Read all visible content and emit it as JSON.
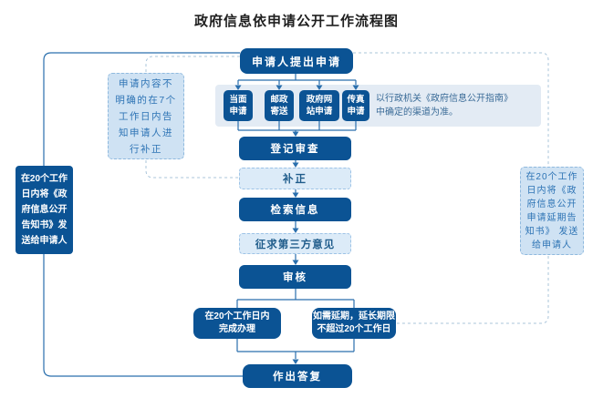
{
  "title": "政府信息依申请公开工作流程图",
  "nodes": {
    "apply": "申请人提出申请",
    "channel_1": [
      "当面",
      "申请"
    ],
    "channel_2": [
      "邮政",
      "寄送"
    ],
    "channel_3": [
      "政府网",
      "站申请"
    ],
    "channel_4": [
      "传真",
      "申请"
    ],
    "channel_note": [
      "以行政机关《政府信息公开指南》",
      "中确定的渠道为准。"
    ],
    "register": "登记审查",
    "correct": "补正",
    "search": "检索信息",
    "third_party": "征求第三方意见",
    "review": "审核",
    "complete": [
      "在20个工作日内",
      "完成办理"
    ],
    "extend": [
      "如需延期，延长期限",
      "不超过20个工作日"
    ],
    "reply": "作出答复",
    "left_note": [
      "申请内容不",
      "明确的在7个",
      "工作日内告",
      "知申请人进",
      "行补正"
    ],
    "left_notice": [
      "在20个工作",
      "日内将《政",
      "府信息公开",
      "告知书》发",
      "送给申请人"
    ],
    "right_notice": [
      "在20个工作",
      "日内将《政",
      "府信息公开",
      "申请延期告",
      "知书》 发送",
      "给申请人"
    ]
  },
  "colors": {
    "dark_box": "#0b5394",
    "light_fill": "#cfe2f3",
    "dashed_fill": "#dcebf8",
    "container_bg": "#e3ebf4",
    "solid_line": "#2a6fad",
    "dashed_line": "#a9c4da",
    "blue_text": "#2e74b5",
    "white_text": "#ffffff"
  }
}
